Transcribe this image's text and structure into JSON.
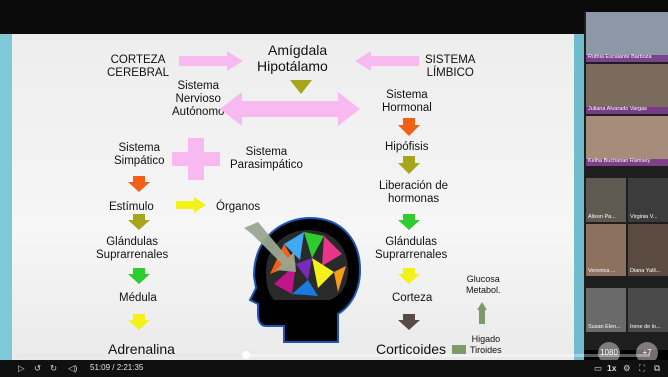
{
  "slide": {
    "corteza_cerebral": "CORTEZA\nCEREBRAL",
    "amigdala": "Amígdala",
    "hipotalamo": "Hipotálamo",
    "sistema_limbico": "SISTEMA\nLÍMBICO",
    "sistema_nervioso_autonomo": "Sistema\nNervioso\nAutónomo",
    "sistema_hormonal": "Sistema\nHormonal",
    "sistema_simpatico": "Sistema\nSimpático",
    "sistema_parasimpatico": "Sistema\nParasimpático",
    "hipofisis": "Hipófisis",
    "estimulo": "Estímulo",
    "organos": "Órganos",
    "liberacion_hormonas": "Liberación de\nhormonas",
    "glandulas_left": "Glándulas\nSuprarrenales",
    "glandulas_right": "Glándulas\nSuprarrenales",
    "medula": "Médula",
    "corteza": "Corteza",
    "adrenalina": "Adrenalina",
    "corticoides": "Corticoides",
    "glucosa": "Glucosa\nMetabol.",
    "higado": "Higado\nTiroides"
  },
  "participants": [
    {
      "name": "Ruthia Escalante Barboza"
    },
    {
      "name": "Juliana Alvarado Vargas"
    },
    {
      "name": "Kelha Buchanan Ramsey"
    },
    {
      "name": "Alison Pa..."
    },
    {
      "name": "Virginia V..."
    },
    {
      "name": "Veronica ..."
    },
    {
      "name": "Diana Yalil..."
    },
    {
      "name": "Susan Elen..."
    },
    {
      "name": "Irene de lo..."
    }
  ],
  "player": {
    "current_time": "51:09",
    "duration": "2:21:35",
    "time_display": "51:09 / 2:21:35",
    "progress": 0.36,
    "quality_label": "1080",
    "more_label": "+7"
  },
  "colors": {
    "pink": "#f8b8f0",
    "olive": "#a7a51c",
    "green": "#2ecc2e",
    "yellow": "#f2f21a",
    "orange": "#f25f16",
    "brown": "#5a4a44",
    "gray_green": "#7d9a6a"
  }
}
